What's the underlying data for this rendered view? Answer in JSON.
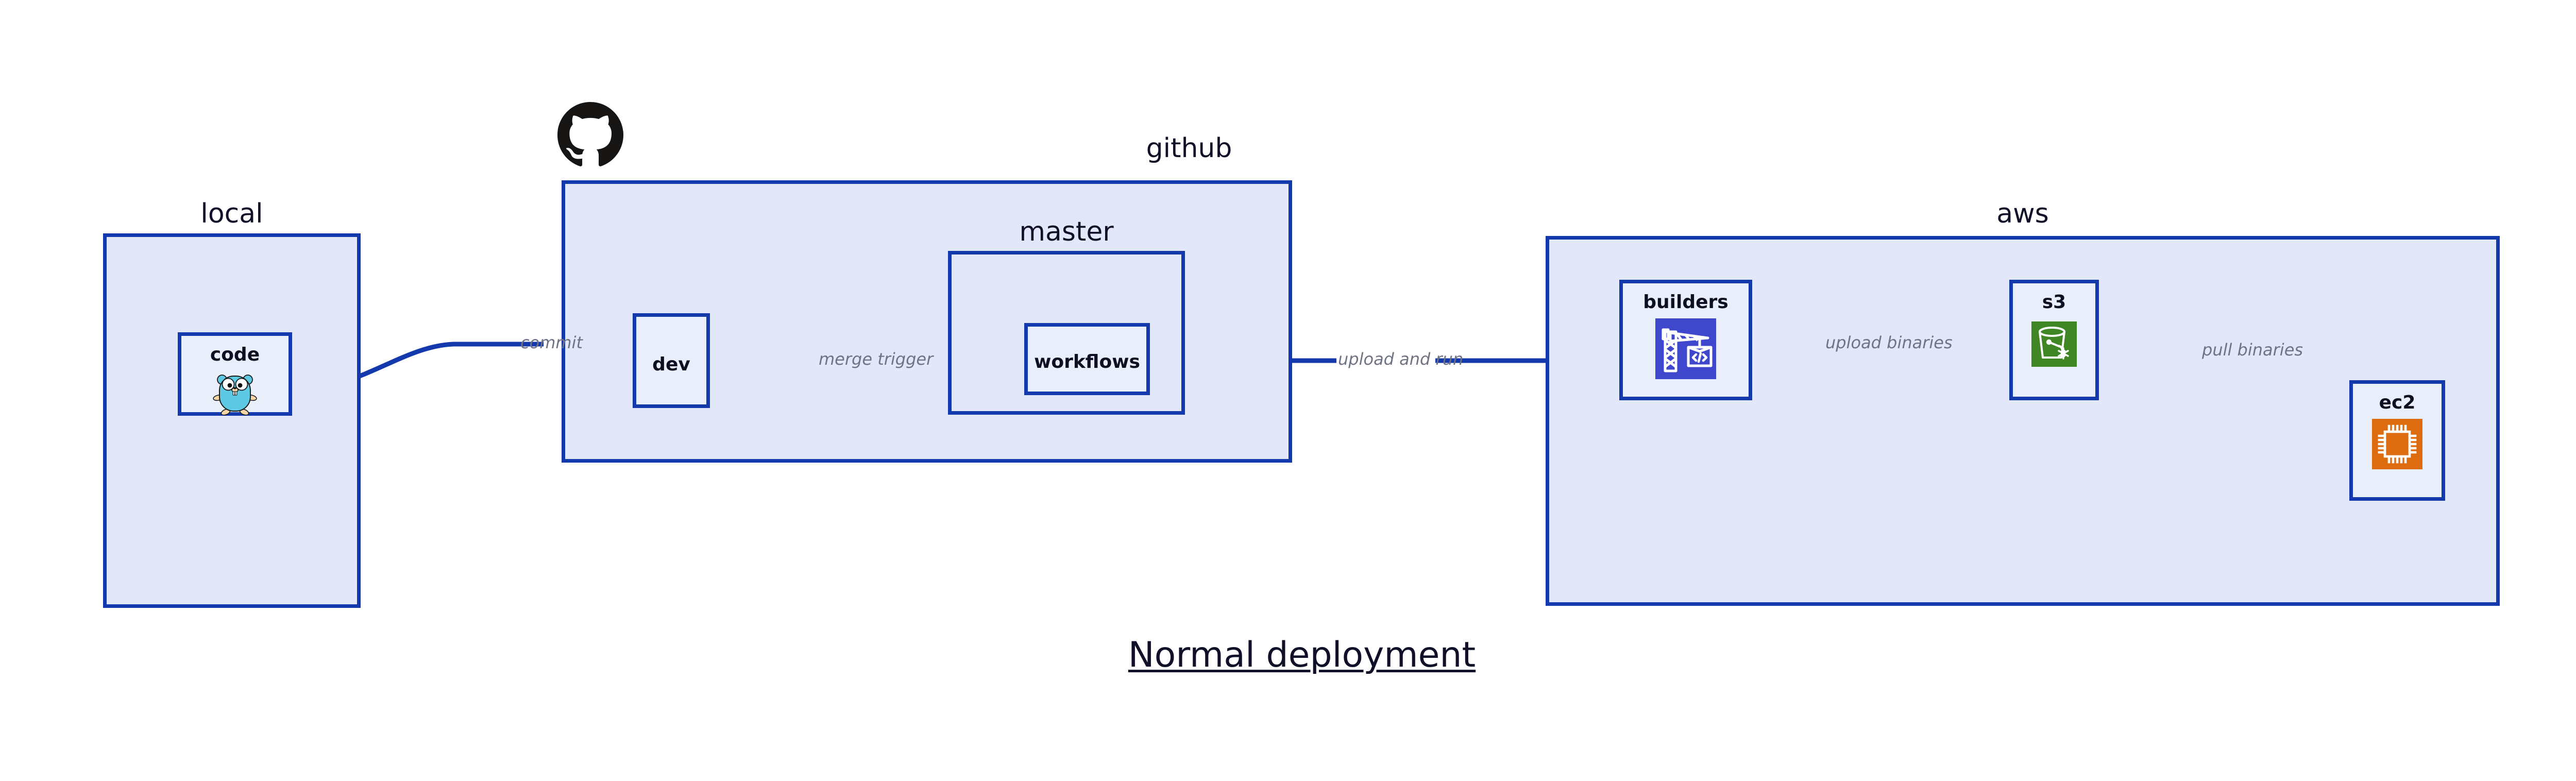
{
  "diagram": {
    "title": "Normal deployment",
    "background_color": "#ffffff",
    "accent_color": "#1339AD",
    "group_fill": "#E2E7F9",
    "node_fill": "#E9EEFB",
    "label_color": "#101029",
    "edge_label_color": "#707383"
  },
  "groups": [
    {
      "id": "local",
      "label": "local"
    },
    {
      "id": "github",
      "label": "github"
    },
    {
      "id": "master",
      "label": "master"
    },
    {
      "id": "aws",
      "label": "aws"
    }
  ],
  "nodes": [
    {
      "id": "code",
      "label": "code",
      "icon": "go-gopher-icon",
      "icon_color": "#5DC9E2"
    },
    {
      "id": "dev",
      "label": "dev",
      "icon": null,
      "icon_color": null
    },
    {
      "id": "workflows",
      "label": "workflows",
      "icon": null,
      "icon_color": null
    },
    {
      "id": "builders",
      "label": "builders",
      "icon": "aws-codebuild-icon",
      "icon_color": "#3F48CC"
    },
    {
      "id": "s3",
      "label": "s3",
      "icon": "aws-s3-bucket-icon",
      "icon_color": "#3F8624"
    },
    {
      "id": "ec2",
      "label": "ec2",
      "icon": "aws-ec2-chip-icon",
      "icon_color": "#DD6B10"
    }
  ],
  "edges": [
    {
      "id": "commit",
      "label": "commit",
      "from": "code",
      "to": "dev"
    },
    {
      "id": "merge-trigger",
      "label": "merge trigger",
      "from": "dev",
      "to": "workflows"
    },
    {
      "id": "upload-and-run",
      "label": "upload and run",
      "from": "workflows",
      "to": "builders"
    },
    {
      "id": "upload-binaries",
      "label": "upload binaries",
      "from": "builders",
      "to": "s3"
    },
    {
      "id": "pull-binaries",
      "label": "pull binaries",
      "from": "s3",
      "to": "ec2"
    }
  ],
  "logos": [
    {
      "id": "github-octocat",
      "name": "github-octocat-logo",
      "color": "#161514"
    }
  ]
}
